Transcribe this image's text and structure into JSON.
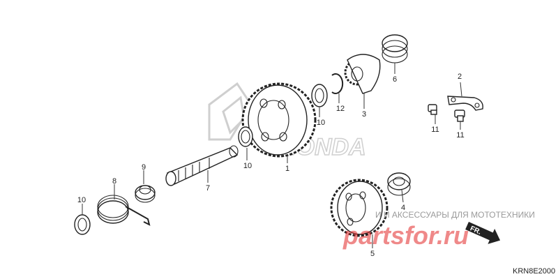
{
  "callouts": {
    "p1": "1",
    "p2": "2",
    "p3": "3",
    "p4": "4",
    "p5": "5",
    "p6": "6",
    "p7": "7",
    "p8": "8",
    "p9": "9",
    "p10a": "10",
    "p10b": "10",
    "p10c": "10",
    "p11a": "11",
    "p11b": "11",
    "p12": "12"
  },
  "watermark": {
    "logo": "HONDA",
    "caption": "И И АКСЕССУАРЫ ДЛЯ МОТОТЕХНИКИ",
    "brand": "partsfor.ru"
  },
  "direction_marker": "FR.",
  "diagram_code": "KRN8E2000"
}
